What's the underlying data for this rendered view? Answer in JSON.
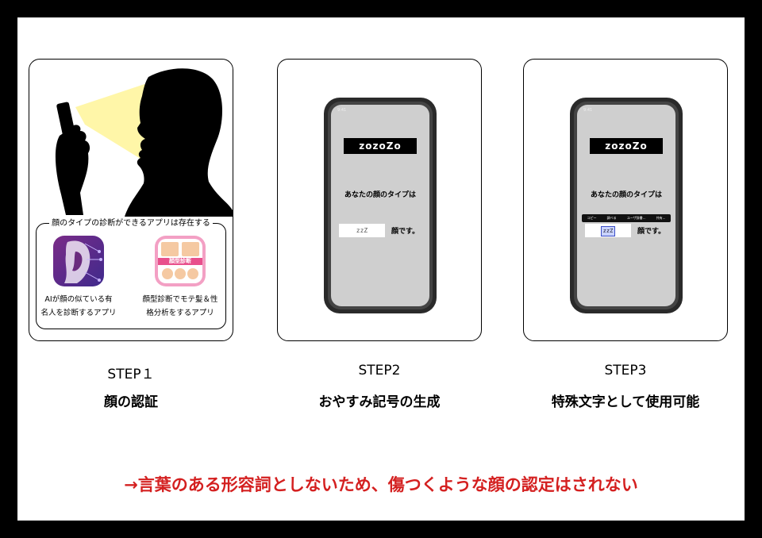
{
  "steps": [
    {
      "label": "STEP１",
      "title": "顔の認証",
      "apps_caption": "顔のタイプの診断ができるアプリは存在する",
      "apps": [
        {
          "icon": "ai-face-app-icon",
          "description": "AIが顔の似ている有名人を診断するアプリ",
          "line1": "AIが顔の似ている有",
          "line2": "名人を診断するアプリ"
        },
        {
          "icon": "face-type-app-icon",
          "banner": "顔型診断",
          "description": "顔型診断でモテ髪＆性格分析をするアプリ",
          "line1": "顔型診断でモテ髪＆性",
          "line2": "格分析をするアプリ"
        }
      ]
    },
    {
      "label": "STEP2",
      "title": "おやすみ記号の生成",
      "phone": {
        "logo": "zozoZo",
        "question": "あなたの顔のタイプは",
        "answer": "zzZ",
        "suffix": "顔です。"
      }
    },
    {
      "label": "STEP3",
      "title": "特殊文字として使用可能",
      "phone": {
        "logo": "zozoZo",
        "question": "あなたの顔のタイプは",
        "answer": "zzZ",
        "suffix": "顔です。",
        "menu": [
          "コピー",
          "調べる",
          "ユーザ辞書...",
          "共有..."
        ]
      }
    }
  ],
  "footer_note": "→言葉のある形容詞としないため、傷つくような顔の認定はされない",
  "colors": {
    "accent_red": "#d42020",
    "light_beam": "#fff6a8"
  }
}
